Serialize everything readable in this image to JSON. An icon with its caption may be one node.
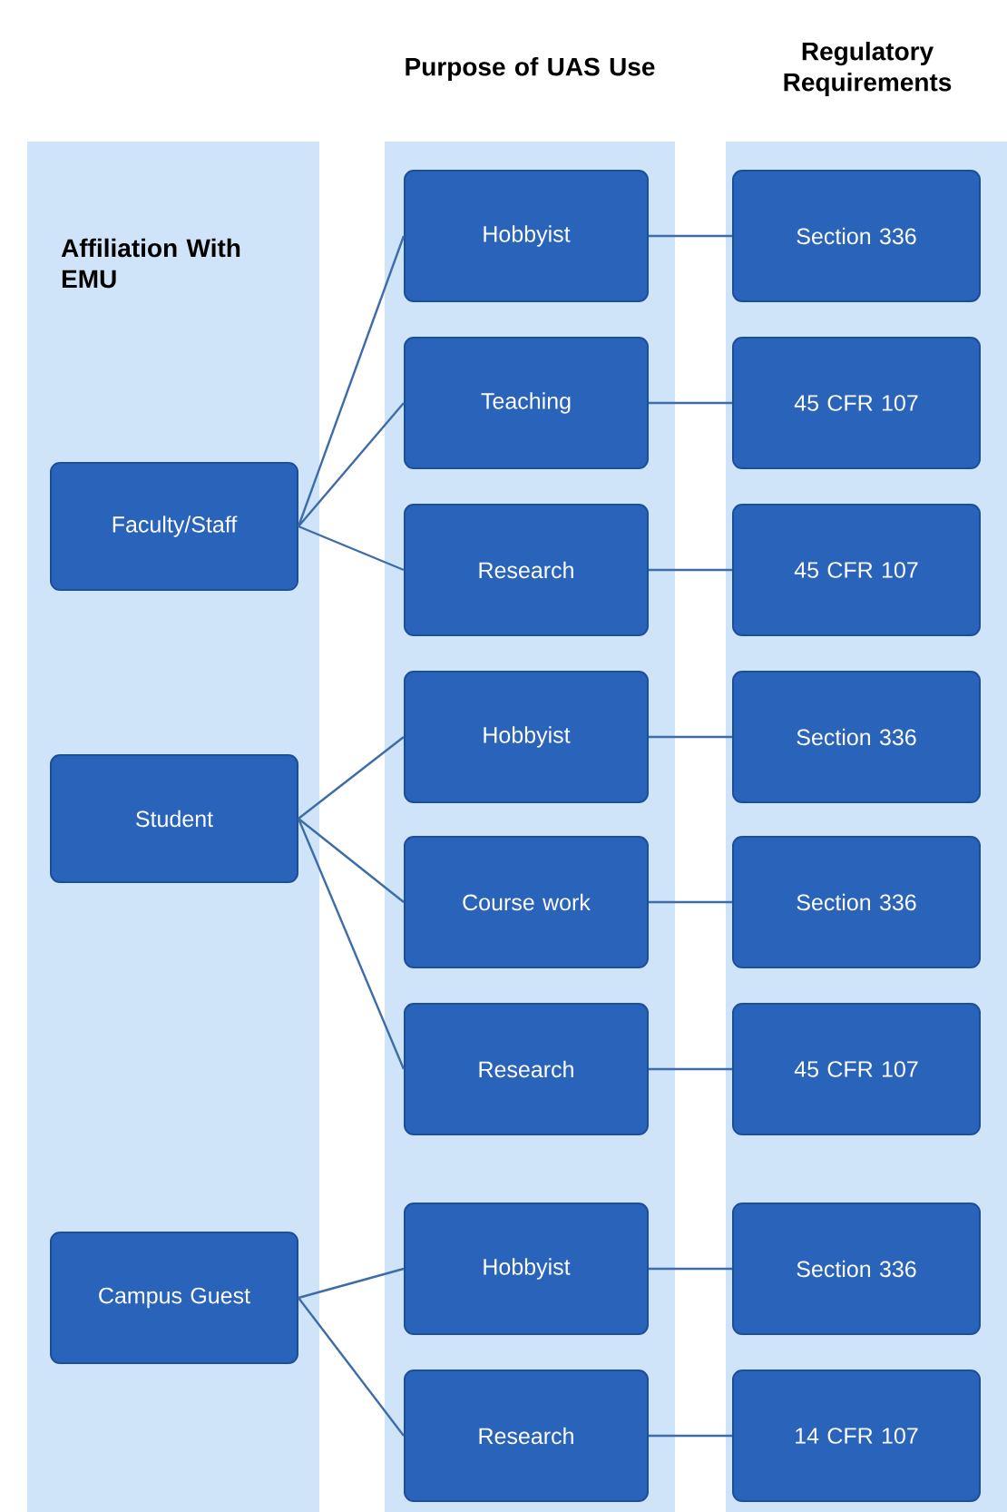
{
  "diagram": {
    "nodes": [
      {
        "text": [
          "Affiliation With EMU"
        ]
      },
      {
        "text": [
          "Faculty/Staff"
        ],
        "in": 0
      },
      {
        "text": [
          "Student"
        ],
        "in": 0
      },
      {
        "text": [
          "Campus Guest"
        ],
        "in": 0
      },
      {
        "text": [
          "Purpose of UAS Use"
        ]
      },
      {
        "text": [
          "Hobbyist"
        ],
        "in": 4
      },
      {
        "text": [
          "Teaching"
        ],
        "in": 4
      },
      {
        "text": [
          "Research"
        ],
        "in": 4
      },
      {
        "text": [
          "Hobbyist"
        ],
        "in": 4
      },
      {
        "text": [
          "Course work"
        ],
        "in": 4
      },
      {
        "text": [
          "Research"
        ],
        "in": 4
      },
      {
        "text": [
          "Hobbyist"
        ],
        "in": 4
      },
      {
        "text": [
          "Research"
        ],
        "in": 4
      },
      {
        "text": [
          "Regulatory Requirements"
        ]
      },
      {
        "text": [
          "Section 336"
        ],
        "in": 13
      },
      {
        "text": [
          "45 CFR 107"
        ],
        "in": 13
      },
      {
        "text": [
          "45 CFR 107"
        ],
        "in": 13
      },
      {
        "text": [
          "Section 336"
        ],
        "in": 13
      },
      {
        "text": [
          "Section 336"
        ],
        "in": 13
      },
      {
        "text": [
          "45 CFR 107"
        ],
        "in": 13
      },
      {
        "text": [
          "Section 336"
        ],
        "in": 13
      },
      {
        "text": [
          "14 CFR 107"
        ],
        "in": 13
      }
    ],
    "edges": [
      {
        "from": 1,
        "to": 5,
        "arrow": "none"
      },
      {
        "from": 1,
        "to": 6,
        "arrow": "none"
      },
      {
        "from": 1,
        "to": 7,
        "arrow": "none"
      },
      {
        "from": 2,
        "to": 8,
        "arrow": "none"
      },
      {
        "from": 2,
        "to": 9,
        "arrow": "none"
      },
      {
        "from": 2,
        "to": 10,
        "arrow": "none"
      },
      {
        "from": 3,
        "to": 11,
        "arrow": "none"
      },
      {
        "from": 3,
        "to": 12,
        "arrow": "none"
      },
      {
        "from": 5,
        "to": 14,
        "arrow": "none"
      },
      {
        "from": 6,
        "to": 15,
        "arrow": "none"
      },
      {
        "from": 7,
        "to": 16,
        "arrow": "none"
      },
      {
        "from": 8,
        "to": 17,
        "arrow": "none"
      },
      {
        "from": 9,
        "to": 18,
        "arrow": "none"
      },
      {
        "from": 10,
        "to": 19,
        "arrow": "none"
      },
      {
        "from": 11,
        "to": 20,
        "arrow": "none"
      },
      {
        "from": 12,
        "to": 21,
        "arrow": "none"
      }
    ]
  }
}
